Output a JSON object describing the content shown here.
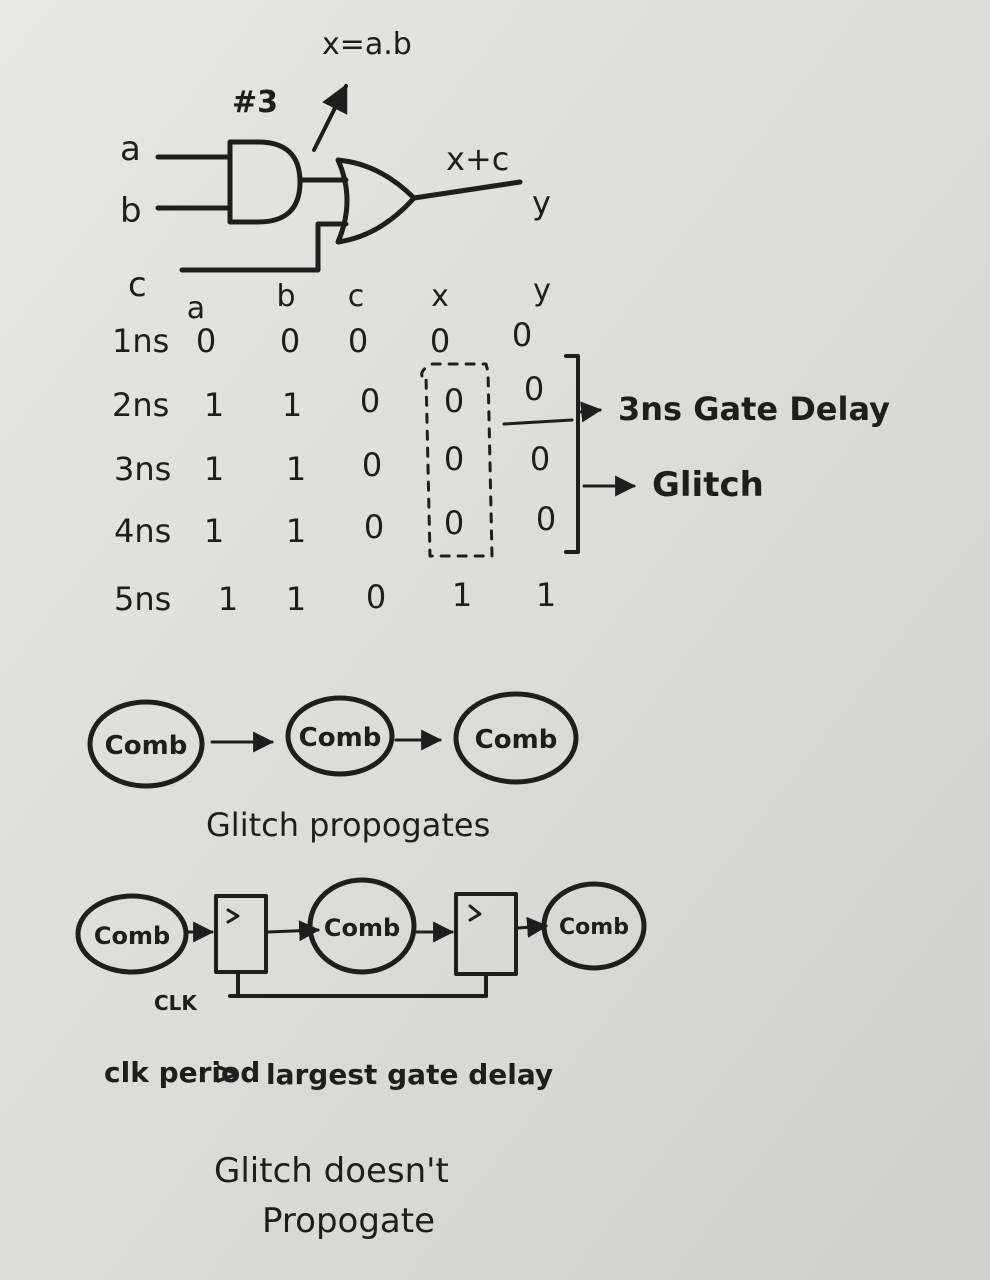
{
  "circuit": {
    "gate_delay_label": "#3",
    "x_expr": "x=a.b",
    "or_expr": "x+c",
    "inputs": [
      "a",
      "b",
      "c"
    ],
    "output": "y"
  },
  "timing_table": {
    "headers": [
      "a",
      "b",
      "c",
      "x",
      "y"
    ],
    "rows": [
      {
        "time": "1ns",
        "values": [
          "0",
          "0",
          "0",
          "0",
          "0"
        ]
      },
      {
        "time": "2ns",
        "values": [
          "1",
          "1",
          "0",
          "0",
          "0"
        ]
      },
      {
        "time": "3ns",
        "values": [
          "1",
          "1",
          "0",
          "0",
          "0"
        ]
      },
      {
        "time": "4ns",
        "values": [
          "1",
          "1",
          "0",
          "0",
          "0"
        ]
      },
      {
        "time": "5ns",
        "values": [
          "1",
          "1",
          "0",
          "1",
          "1"
        ]
      }
    ],
    "annotations": {
      "gate_delay": "3ns Gate Delay",
      "glitch": "Glitch"
    }
  },
  "propagation_chain": {
    "blocks": [
      "Comb",
      "Comb",
      "Comb"
    ],
    "caption": "Glitch propogates"
  },
  "registered_chain": {
    "blocks": [
      "Comb",
      "Comb",
      "Comb"
    ],
    "clk_label": "CLK",
    "condition": {
      "left": "clk period",
      "operator": ">",
      "right": "largest gate delay"
    },
    "caption_line1": "Glitch doesn't",
    "caption_line2": "Propogate"
  }
}
